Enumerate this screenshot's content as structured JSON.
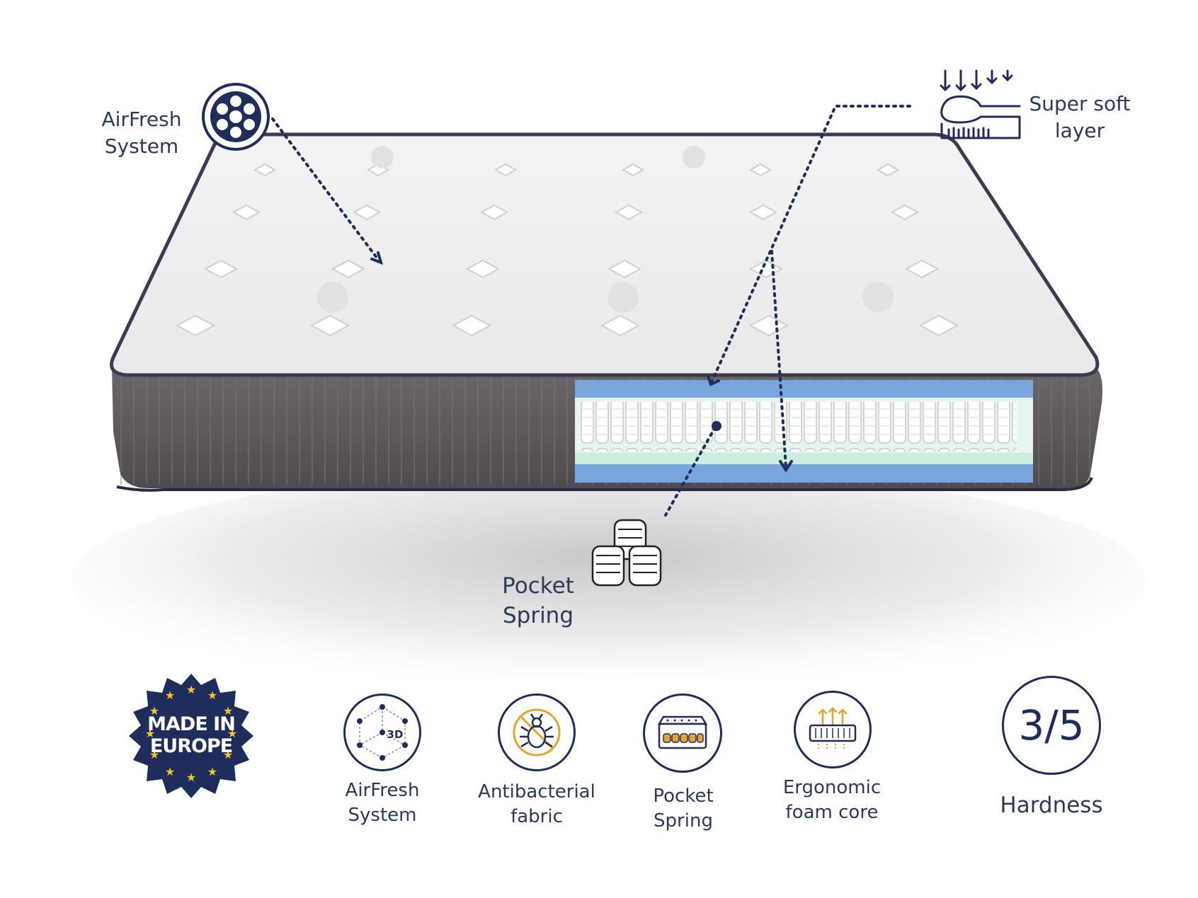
{
  "callouts": {
    "airfresh": {
      "line1": "AirFresh",
      "line2": "System"
    },
    "super_soft": {
      "line1": "Super soft",
      "line2": "layer"
    },
    "pocket_spring": {
      "line1": "Pocket",
      "line2": "Spring"
    }
  },
  "badge": {
    "line1": "MADE IN",
    "line2": "EUROPE"
  },
  "features": [
    {
      "line1": "AirFresh",
      "line2": "System",
      "icon": "airfresh-3d-icon",
      "icon_text": "3D"
    },
    {
      "line1": "Antibacterial",
      "line2": "fabric",
      "icon": "antibacterial-bug-icon"
    },
    {
      "line1": "Pocket",
      "line2": "Spring",
      "icon": "pocket-spring-mattress-icon"
    },
    {
      "line1": "Ergonomic",
      "line2": "foam core",
      "icon": "ergonomic-foam-icon"
    }
  ],
  "hardness": {
    "value": "3/5",
    "label": "Hardness",
    "level": 0.6
  },
  "colors": {
    "navy": "#1f2d5c",
    "mattress_side": "#5e5a5e",
    "foam_blue": "#7aa6de",
    "accent_gold": "#e3a532",
    "badge_star": "#f3c623"
  }
}
